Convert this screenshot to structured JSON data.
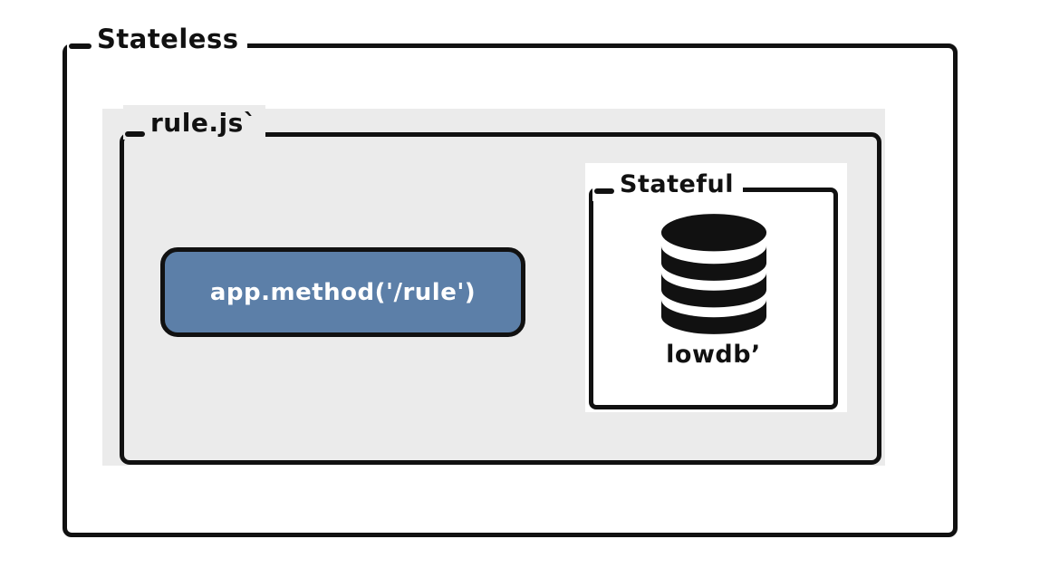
{
  "colors": {
    "ink": "#111111",
    "panel_gray": "#ebebeb",
    "button_blue": "#5c7fa8",
    "button_text": "#ffffff",
    "page_background": "#ffffff"
  },
  "outer_box": {
    "label": "Stateless"
  },
  "rule_box": {
    "label": "rule.js`"
  },
  "method_button": {
    "label": "app.method('/rule')"
  },
  "stateful_box": {
    "label": "Stateful",
    "db_icon": "database-icon",
    "db_label": "lowdb’"
  }
}
